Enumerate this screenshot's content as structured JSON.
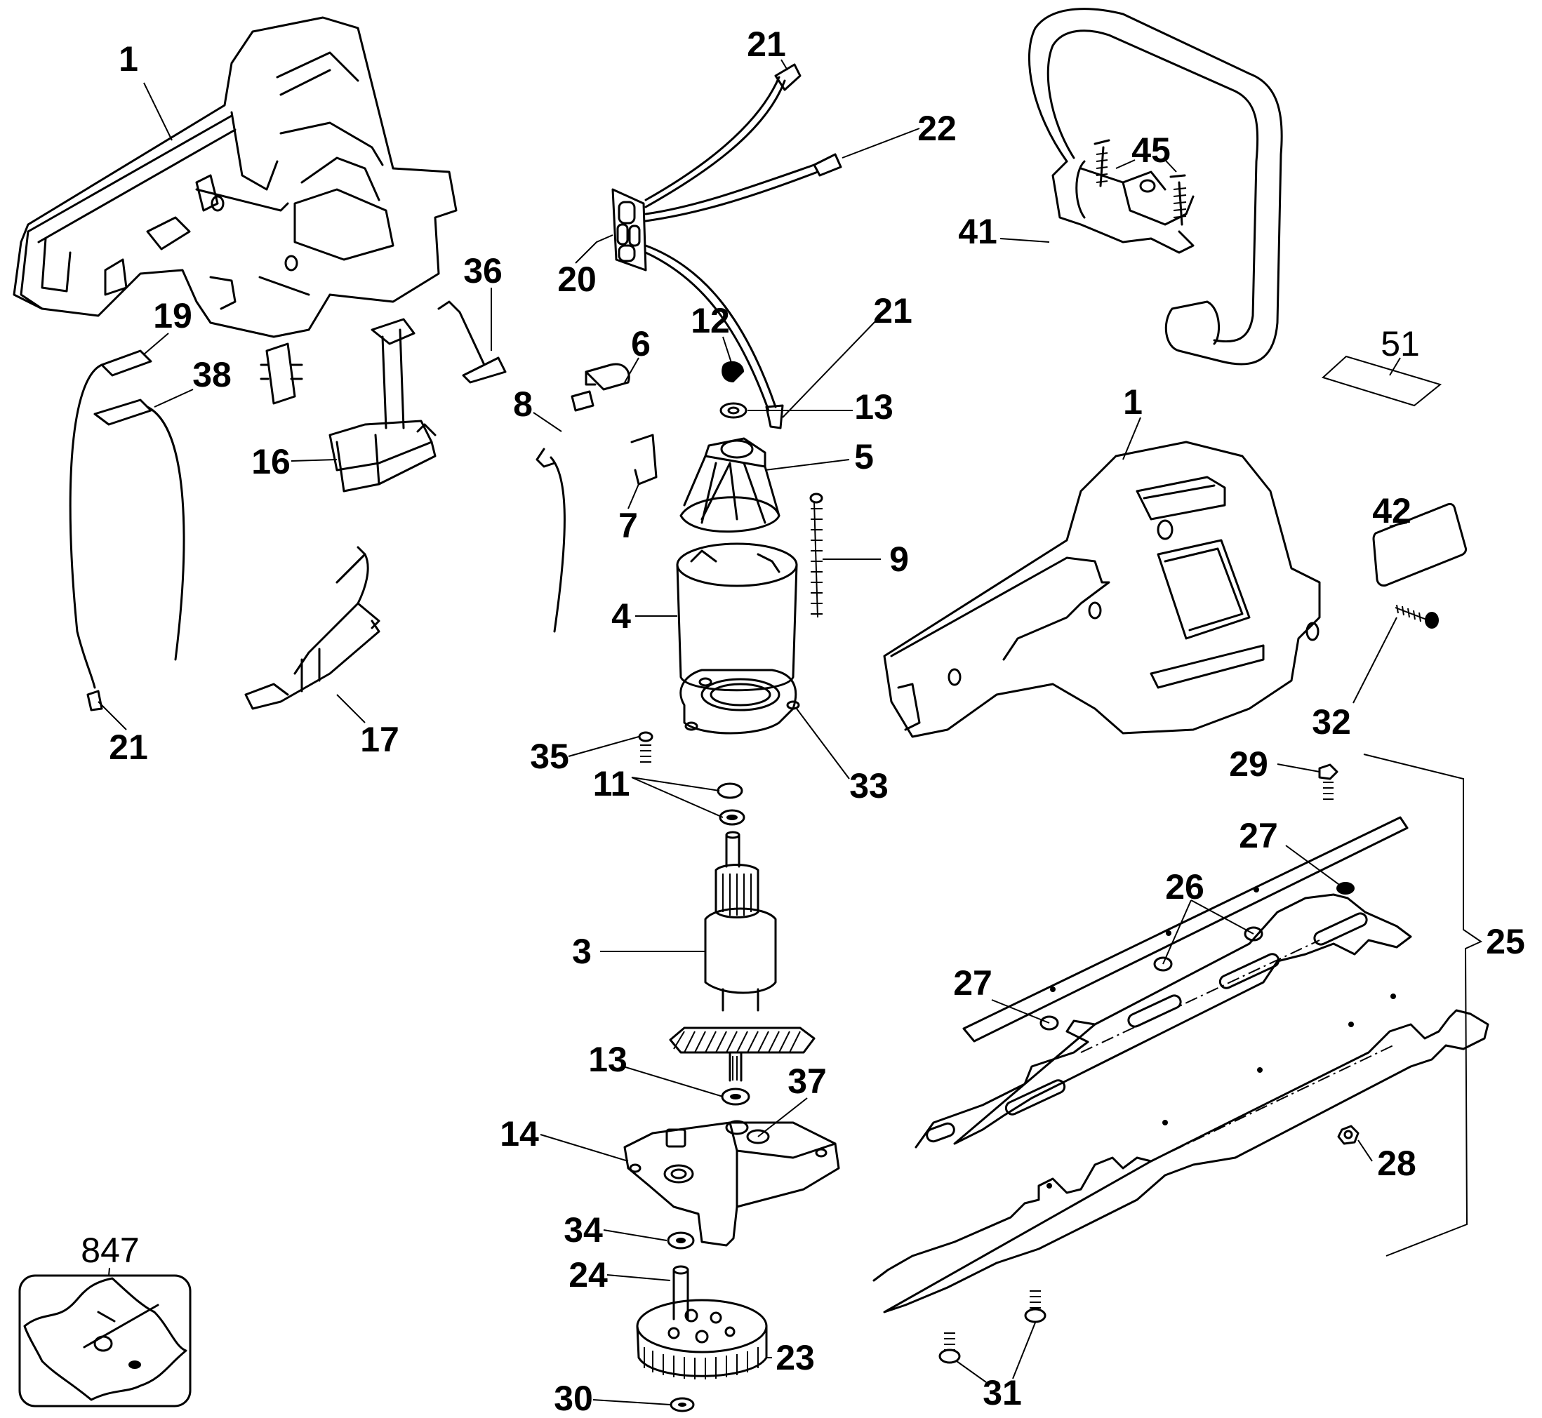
{
  "diagram": {
    "type": "exploded-parts-diagram",
    "subject": "hedge trimmer",
    "callouts": [
      {
        "id": "c1a",
        "label": "1",
        "part": "housing-left"
      },
      {
        "id": "c21a",
        "label": "21",
        "part": "terminal-lead-top"
      },
      {
        "id": "c22",
        "label": "22",
        "part": "connector-lead"
      },
      {
        "id": "c45",
        "label": "45",
        "part": "screws"
      },
      {
        "id": "c41",
        "label": "41",
        "part": "front-handle"
      },
      {
        "id": "c20",
        "label": "20",
        "part": "terminal-block"
      },
      {
        "id": "c36",
        "label": "36",
        "part": "spring"
      },
      {
        "id": "c19",
        "label": "19",
        "part": "terminal"
      },
      {
        "id": "c38",
        "label": "38",
        "part": "lead-terminal"
      },
      {
        "id": "c12",
        "label": "12",
        "part": "brush-spring"
      },
      {
        "id": "c21b",
        "label": "21",
        "part": "terminal-lead-right"
      },
      {
        "id": "c6",
        "label": "6",
        "part": "brush-clip"
      },
      {
        "id": "c51",
        "label": "51",
        "part": "label-plate"
      },
      {
        "id": "c13a",
        "label": "13",
        "part": "washer-top"
      },
      {
        "id": "c8",
        "label": "8",
        "part": "brush"
      },
      {
        "id": "c16",
        "label": "16",
        "part": "switch"
      },
      {
        "id": "c5",
        "label": "5",
        "part": "brush-holder"
      },
      {
        "id": "c1b",
        "label": "1",
        "part": "housing-right"
      },
      {
        "id": "c7",
        "label": "7",
        "part": "brush-box"
      },
      {
        "id": "c42",
        "label": "42",
        "part": "nameplate"
      },
      {
        "id": "c9",
        "label": "9",
        "part": "long-screw"
      },
      {
        "id": "c4",
        "label": "4",
        "part": "field"
      },
      {
        "id": "c21c",
        "label": "21",
        "part": "terminal-lead-left"
      },
      {
        "id": "c17",
        "label": "17",
        "part": "lock-off-lever"
      },
      {
        "id": "c32",
        "label": "32",
        "part": "screw"
      },
      {
        "id": "c35",
        "label": "35",
        "part": "screw"
      },
      {
        "id": "c33",
        "label": "33",
        "part": "bearing-housing"
      },
      {
        "id": "c29",
        "label": "29",
        "part": "bolt"
      },
      {
        "id": "c11",
        "label": "11",
        "part": "washers"
      },
      {
        "id": "c27a",
        "label": "27",
        "part": "washer-right"
      },
      {
        "id": "c26",
        "label": "26",
        "part": "spacers"
      },
      {
        "id": "c25",
        "label": "25",
        "part": "blade-assembly"
      },
      {
        "id": "c3",
        "label": "3",
        "part": "armature"
      },
      {
        "id": "c27b",
        "label": "27",
        "part": "washer-left"
      },
      {
        "id": "c13b",
        "label": "13",
        "part": "washer-bottom"
      },
      {
        "id": "c37",
        "label": "37",
        "part": "bearing"
      },
      {
        "id": "c14",
        "label": "14",
        "part": "gear-case"
      },
      {
        "id": "c28",
        "label": "28",
        "part": "nut"
      },
      {
        "id": "c34",
        "label": "34",
        "part": "washer"
      },
      {
        "id": "c847",
        "label": "847",
        "part": "hardware-bag"
      },
      {
        "id": "c24",
        "label": "24",
        "part": "pin"
      },
      {
        "id": "c23",
        "label": "23",
        "part": "gear"
      },
      {
        "id": "c31",
        "label": "31",
        "part": "screws"
      },
      {
        "id": "c30",
        "label": "30",
        "part": "washer"
      }
    ]
  }
}
